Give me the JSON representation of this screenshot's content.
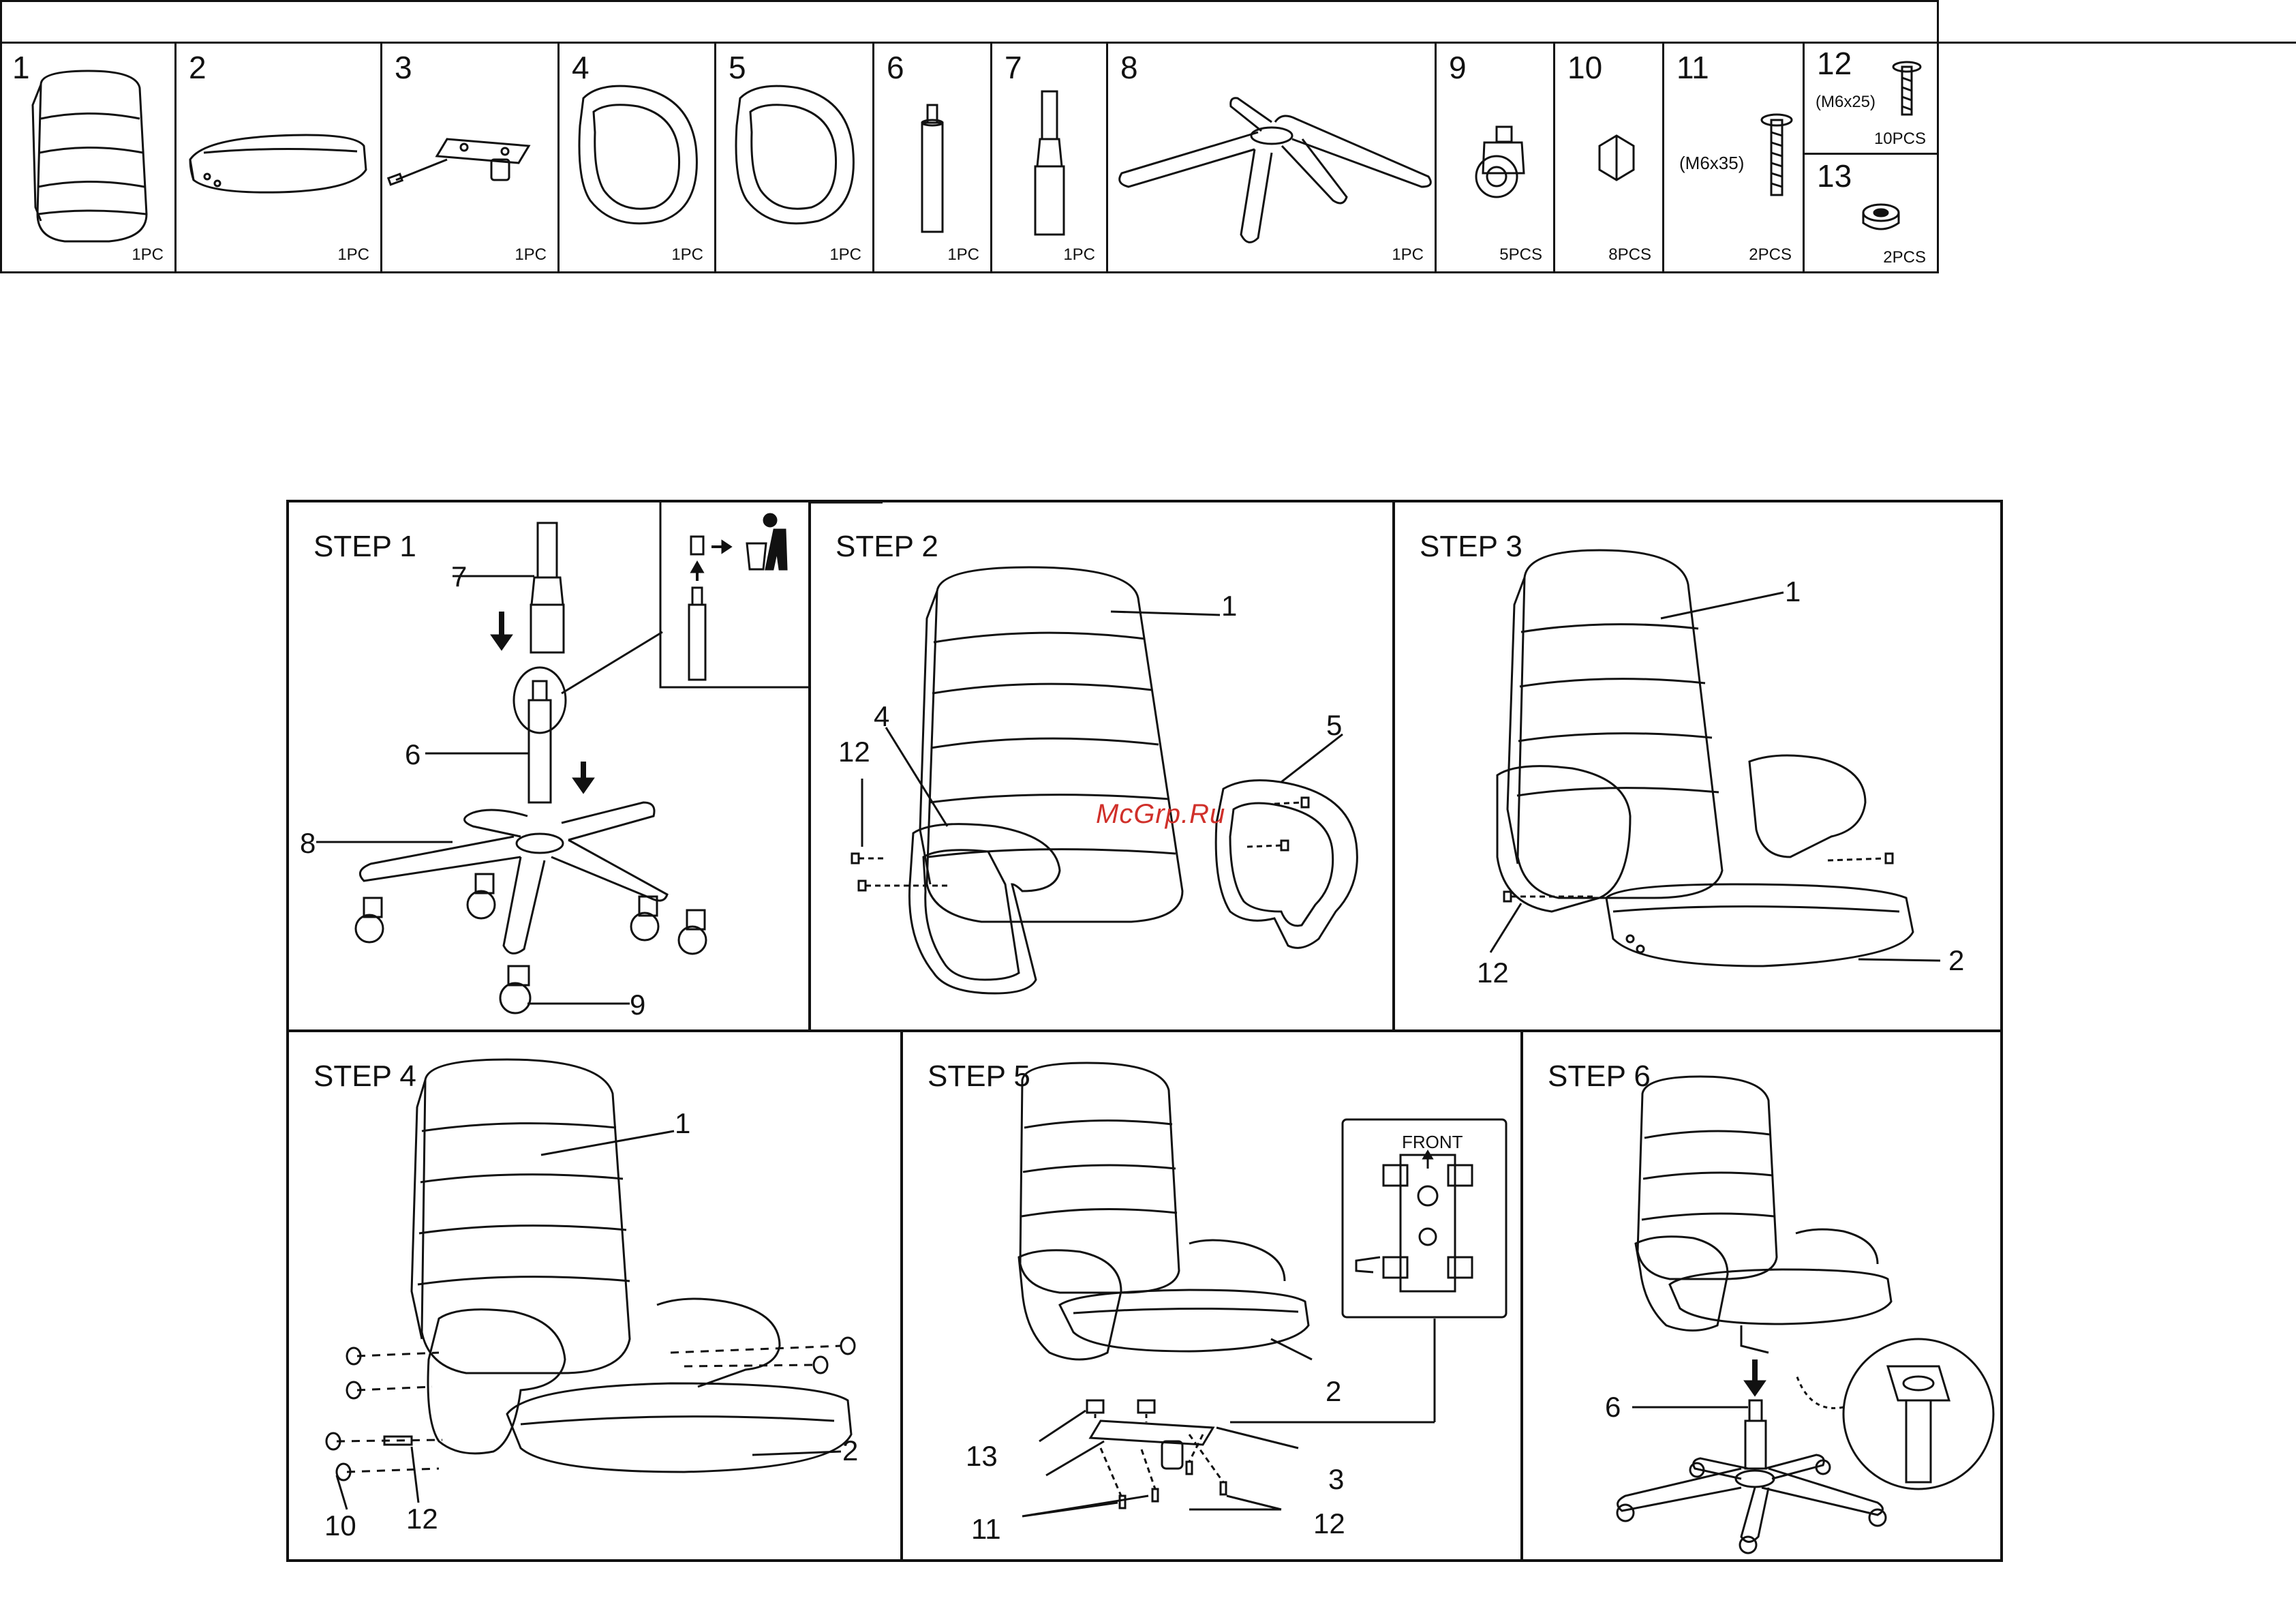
{
  "parts": [
    {
      "num": "1",
      "qty": "1PC",
      "icon": "backrest-icon"
    },
    {
      "num": "2",
      "qty": "1PC",
      "icon": "seat-cushion-icon"
    },
    {
      "num": "3",
      "qty": "1PC",
      "icon": "tilt-mechanism-icon"
    },
    {
      "num": "4",
      "qty": "1PC",
      "icon": "left-armrest-icon"
    },
    {
      "num": "5",
      "qty": "1PC",
      "icon": "right-armrest-icon"
    },
    {
      "num": "6",
      "qty": "1PC",
      "icon": "gas-lift-short-icon"
    },
    {
      "num": "7",
      "qty": "1PC",
      "icon": "gas-lift-cover-icon"
    },
    {
      "num": "8",
      "qty": "1PC",
      "icon": "star-base-icon"
    },
    {
      "num": "9",
      "qty": "5PCS",
      "icon": "caster-wheel-icon"
    },
    {
      "num": "10",
      "qty": "8PCS",
      "icon": "screw-cap-icon"
    },
    {
      "num": "11",
      "qty": "2PCS",
      "spec": "(M6x35)",
      "icon": "bolt-long-icon"
    },
    {
      "num": "12",
      "qty": "10PCS",
      "spec": "(M6x25)",
      "icon": "bolt-short-icon"
    },
    {
      "num": "13",
      "qty": "2PCS",
      "icon": "washer-icon"
    }
  ],
  "steps": [
    {
      "title": "STEP 1",
      "callouts": [
        "7",
        "6",
        "8",
        "9"
      ]
    },
    {
      "title": "STEP 2",
      "callouts": [
        "1",
        "4",
        "12",
        "5"
      ]
    },
    {
      "title": "STEP 3",
      "callouts": [
        "1",
        "12",
        "2"
      ]
    },
    {
      "title": "STEP 4",
      "callouts": [
        "1",
        "2",
        "10",
        "12"
      ]
    },
    {
      "title": "STEP 5",
      "callouts": [
        "2",
        "13",
        "3",
        "11",
        "12"
      ],
      "inset_label": "FRONT"
    },
    {
      "title": "STEP 6",
      "callouts": [
        "6"
      ]
    }
  ],
  "watermark": "McGrp.Ru",
  "colors": {
    "line": "#111111",
    "watermark": "#d0302a"
  }
}
